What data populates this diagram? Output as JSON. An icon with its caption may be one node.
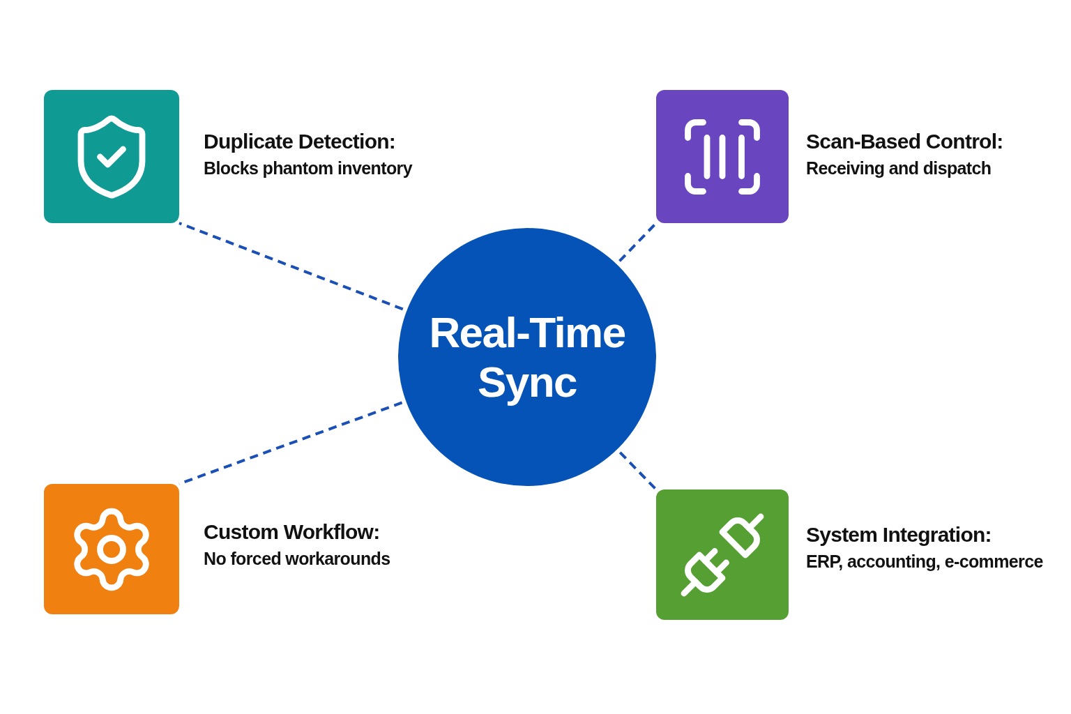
{
  "diagram": {
    "nodes": [
      {
        "text": [],
        "shape": "box",
        "beside": [
          "Duplicate Detection:",
          "Blocks phantom inventory"
        ]
      },
      {
        "text": [],
        "shape": "box",
        "beside": [
          "Scan-Based Control:",
          "Receiving and dispatch"
        ]
      },
      {
        "text": [
          "Real-Time Sync"
        ]
      },
      {
        "text": [],
        "shape": "box",
        "beside": [
          "Custom Workflow:",
          "No forced workarounds"
        ]
      },
      {
        "text": [],
        "shape": "box",
        "beside": [
          "System Integration:",
          "ERP, accounting, e-commerce"
        ]
      }
    ],
    "edges": [
      {
        "from": 2,
        "to": 0,
        "arrow": "none",
        "style": "dashed"
      },
      {
        "from": 2,
        "to": 1,
        "arrow": "none",
        "style": "dashed"
      },
      {
        "from": 2,
        "to": 3,
        "arrow": "none",
        "style": "dashed"
      },
      {
        "from": 2,
        "to": 4,
        "arrow": "none",
        "style": "dashed"
      }
    ]
  }
}
